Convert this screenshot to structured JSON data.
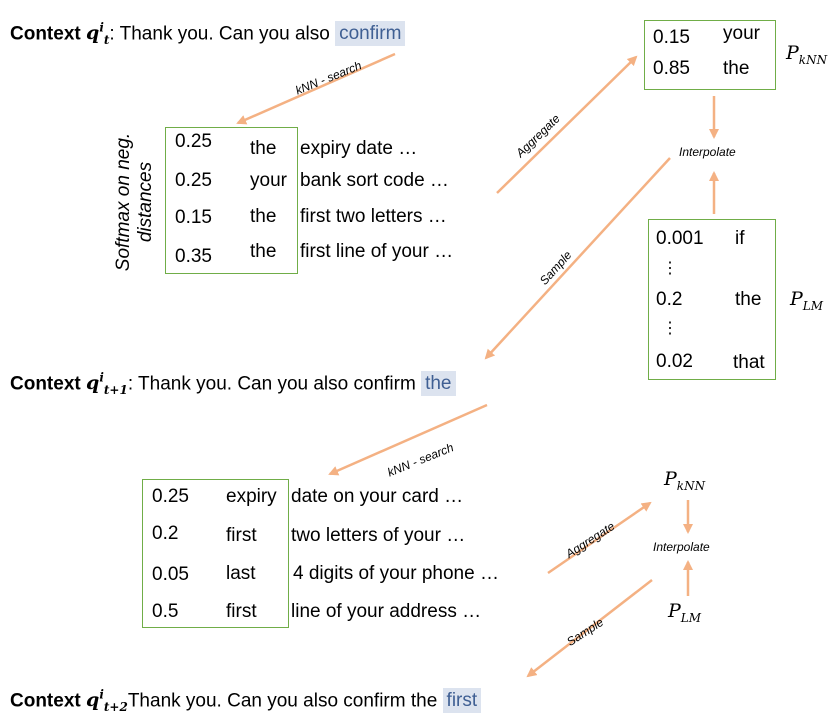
{
  "contexts": {
    "t": {
      "bold": "Context",
      "q": "q",
      "sup": "i",
      "sub": "t",
      "colon": ":",
      "text": " Thank you. Can you also ",
      "highlight": "confirm"
    },
    "t1": {
      "bold": "Context",
      "q": "q",
      "sup": "i",
      "sub": "t+1",
      "colon": ":",
      "text": " Thank you. Can you also confirm ",
      "highlight": "the"
    },
    "t2": {
      "bold": "Context",
      "q": "q",
      "sup": "i",
      "sub": "t+2",
      "colon": "",
      "text": "Thank you. Can you also confirm the ",
      "highlight": "first"
    }
  },
  "labels": {
    "knn_search": "kNN - search",
    "aggregate": "Aggregate",
    "interpolate": "Interpolate",
    "sample": "Sample",
    "softmax": "Softmax on neg.",
    "distances": "distances",
    "p_knn": "P",
    "p_knn_sub": "kNN",
    "p_lm": "P",
    "p_lm_sub": "LM"
  },
  "neighbors_1": [
    {
      "prob": "0.25",
      "token": "the",
      "text": "expiry date …"
    },
    {
      "prob": "0.25",
      "token": "your",
      "text": "bank sort code …"
    },
    {
      "prob": "0.15",
      "token": "the",
      "text": "first two letters …"
    },
    {
      "prob": "0.35",
      "token": "the",
      "text": "first line of your …"
    }
  ],
  "pknn_1": [
    {
      "prob": "0.15",
      "token": "your"
    },
    {
      "prob": "0.85",
      "token": "the"
    }
  ],
  "plm_1": [
    {
      "prob": "0.001",
      "token": "if"
    },
    {
      "prob": "⋮",
      "token": ""
    },
    {
      "prob": "0.2",
      "token": "the"
    },
    {
      "prob": "⋮",
      "token": ""
    },
    {
      "prob": "0.02",
      "token": "that"
    }
  ],
  "neighbors_2": [
    {
      "prob": "0.25",
      "token": "expiry",
      "text": "date on your card …"
    },
    {
      "prob": "0.2",
      "token": "first",
      "text": "two letters of your …"
    },
    {
      "prob": "0.05",
      "token": "last",
      "text": "4 digits of your phone …"
    },
    {
      "prob": "0.5",
      "token": "first",
      "text": "line of your address …"
    }
  ],
  "colors": {
    "arrow": "#f4b183",
    "box_border": "#70ad47",
    "highlight_bg": "#dce3ef",
    "highlight_text": "#3f5f93"
  }
}
